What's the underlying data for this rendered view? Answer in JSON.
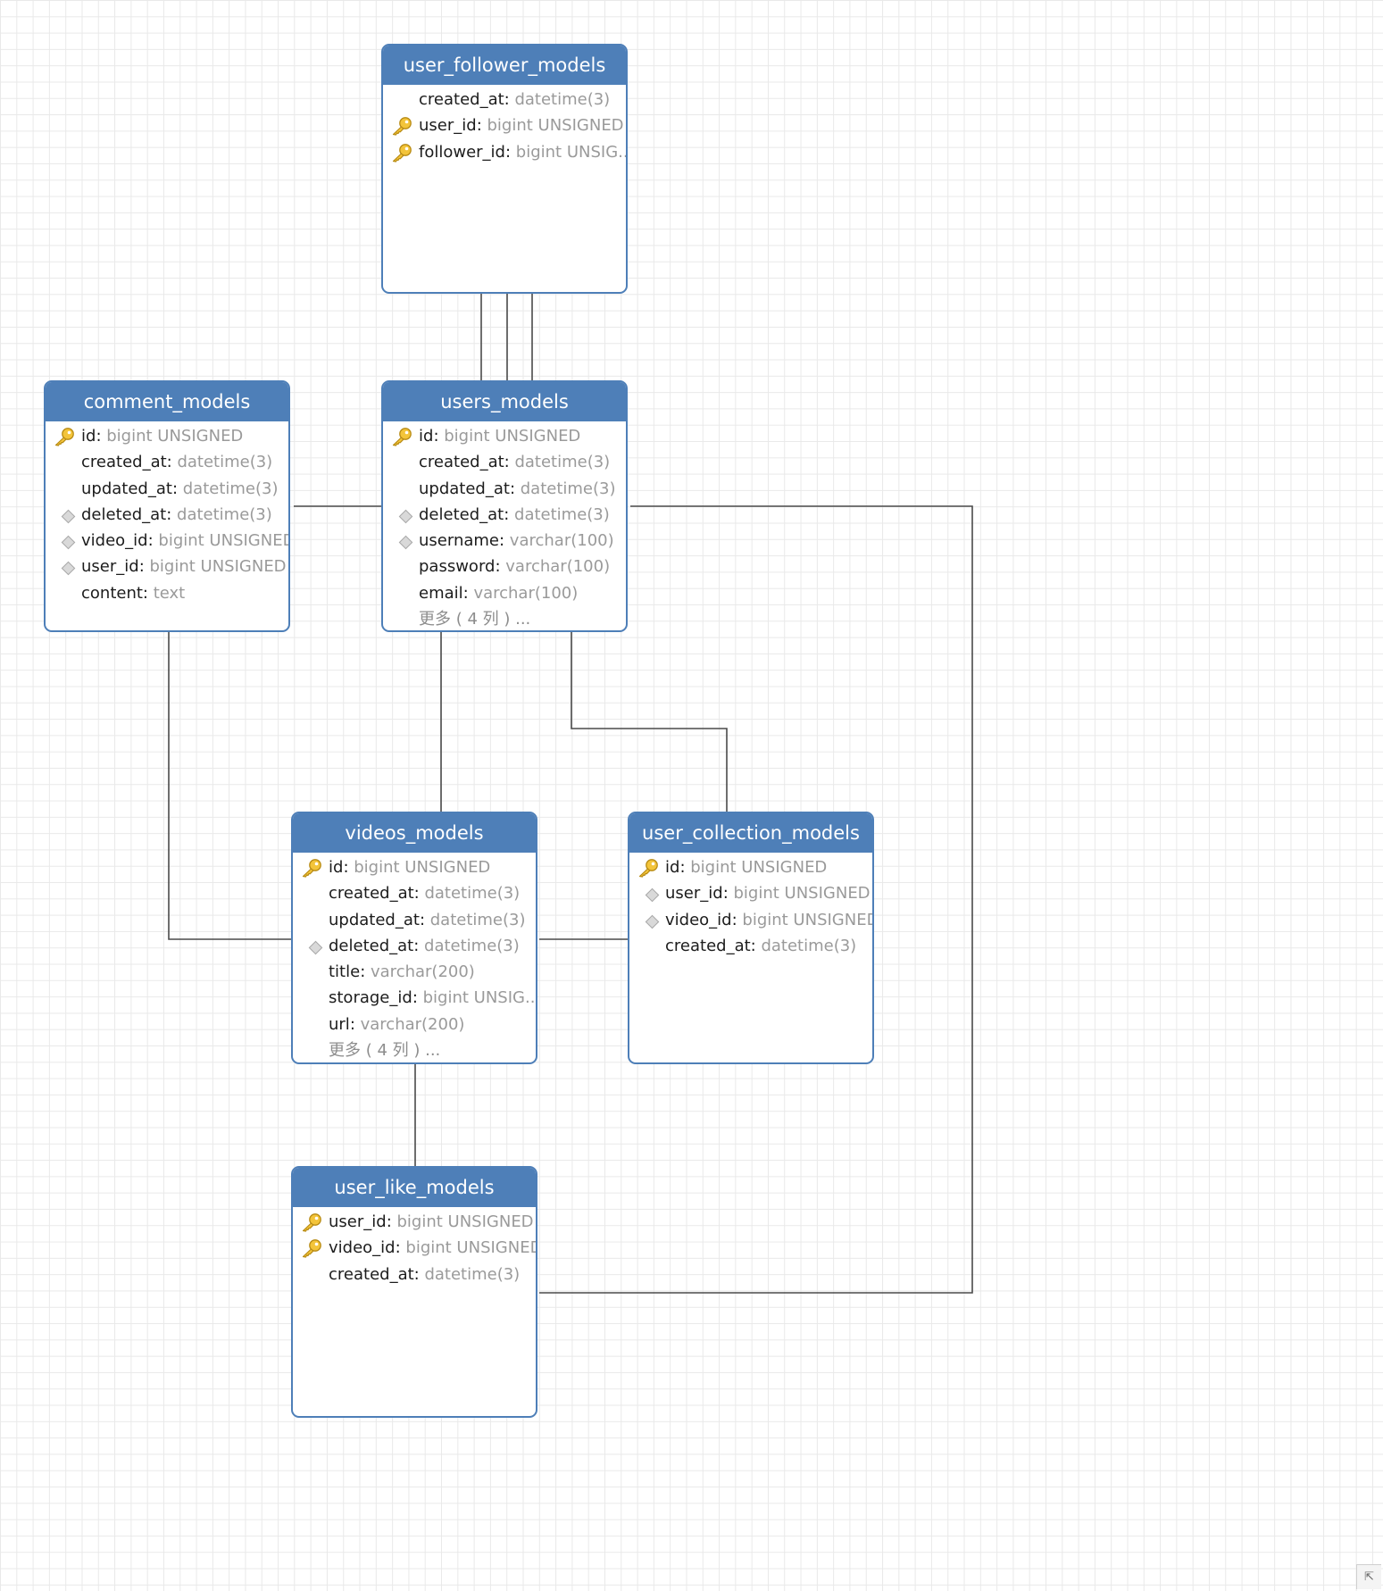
{
  "entities": {
    "user_follower_models": {
      "title": "user_follower_models",
      "fields": [
        {
          "name": "created_at",
          "type": "datetime(3)",
          "icon": "none"
        },
        {
          "name": "user_id",
          "type": "bigint UNSIGNED",
          "icon": "key"
        },
        {
          "name": "follower_id",
          "type": "bigint UNSIG...",
          "icon": "key"
        }
      ]
    },
    "comment_models": {
      "title": "comment_models",
      "fields": [
        {
          "name": "id",
          "type": "bigint UNSIGNED",
          "icon": "key"
        },
        {
          "name": "created_at",
          "type": "datetime(3)",
          "icon": "none"
        },
        {
          "name": "updated_at",
          "type": "datetime(3)",
          "icon": "none"
        },
        {
          "name": "deleted_at",
          "type": "datetime(3)",
          "icon": "index"
        },
        {
          "name": "video_id",
          "type": "bigint UNSIGNED",
          "icon": "index"
        },
        {
          "name": "user_id",
          "type": "bigint UNSIGNED",
          "icon": "index"
        },
        {
          "name": "content",
          "type": "text",
          "icon": "none"
        }
      ]
    },
    "users_models": {
      "title": "users_models",
      "fields": [
        {
          "name": "id",
          "type": "bigint UNSIGNED",
          "icon": "key"
        },
        {
          "name": "created_at",
          "type": "datetime(3)",
          "icon": "none"
        },
        {
          "name": "updated_at",
          "type": "datetime(3)",
          "icon": "none"
        },
        {
          "name": "deleted_at",
          "type": "datetime(3)",
          "icon": "index"
        },
        {
          "name": "username",
          "type": "varchar(100)",
          "icon": "index"
        },
        {
          "name": "password",
          "type": "varchar(100)",
          "icon": "none"
        },
        {
          "name": "email",
          "type": "varchar(100)",
          "icon": "none"
        }
      ],
      "more_label": "更多 ( 4 列 ) ..."
    },
    "videos_models": {
      "title": "videos_models",
      "fields": [
        {
          "name": "id",
          "type": "bigint UNSIGNED",
          "icon": "key"
        },
        {
          "name": "created_at",
          "type": "datetime(3)",
          "icon": "none"
        },
        {
          "name": "updated_at",
          "type": "datetime(3)",
          "icon": "none"
        },
        {
          "name": "deleted_at",
          "type": "datetime(3)",
          "icon": "index"
        },
        {
          "name": "title",
          "type": "varchar(200)",
          "icon": "none"
        },
        {
          "name": "storage_id",
          "type": "bigint UNSIG...",
          "icon": "none"
        },
        {
          "name": "url",
          "type": "varchar(200)",
          "icon": "none"
        }
      ],
      "more_label": "更多 ( 4 列 ) ..."
    },
    "user_collection_models": {
      "title": "user_collection_models",
      "fields": [
        {
          "name": "id",
          "type": "bigint UNSIGNED",
          "icon": "key"
        },
        {
          "name": "user_id",
          "type": "bigint UNSIGNED",
          "icon": "index"
        },
        {
          "name": "video_id",
          "type": "bigint UNSIGNED",
          "icon": "index"
        },
        {
          "name": "created_at",
          "type": "datetime(3)",
          "icon": "none"
        }
      ]
    },
    "user_like_models": {
      "title": "user_like_models",
      "fields": [
        {
          "name": "user_id",
          "type": "bigint UNSIGNED",
          "icon": "key"
        },
        {
          "name": "video_id",
          "type": "bigint UNSIGNED",
          "icon": "key"
        },
        {
          "name": "created_at",
          "type": "datetime(3)",
          "icon": "none"
        }
      ]
    }
  },
  "corner_button_glyph": "⇱"
}
